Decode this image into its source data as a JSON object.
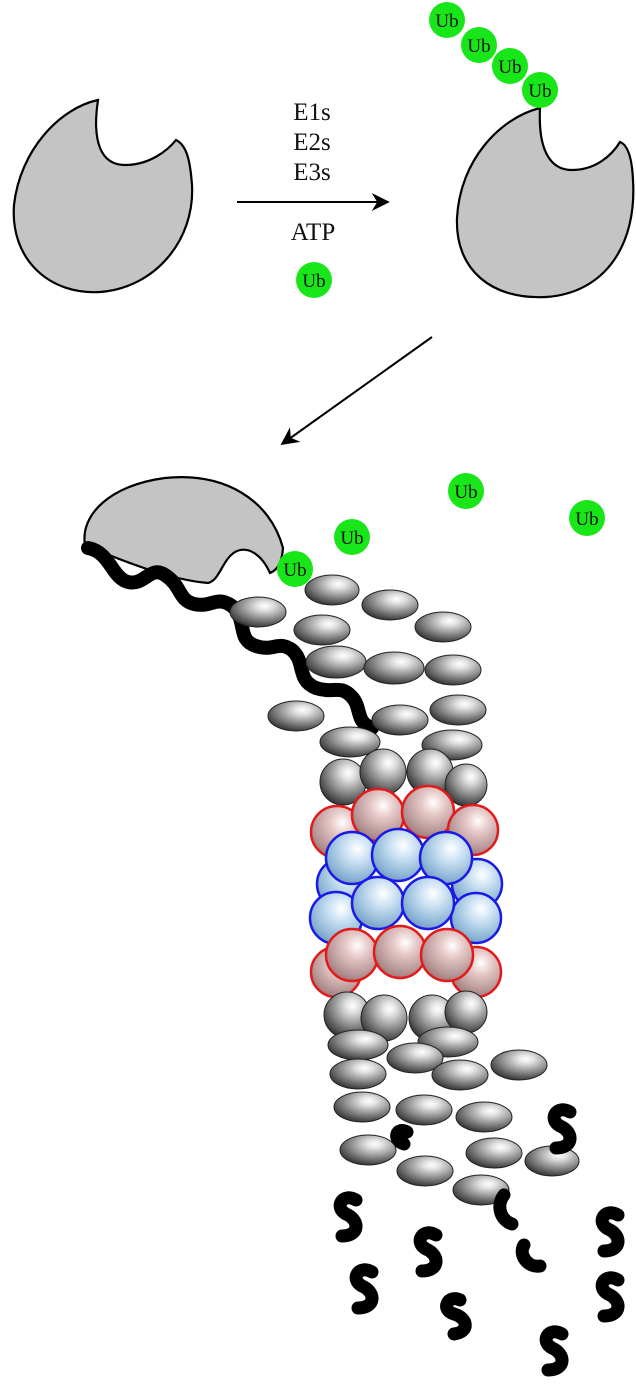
{
  "reaction": {
    "enzymes": [
      "E1s",
      "E2s",
      "E3s"
    ],
    "cofactor": "ATP",
    "ubiquitin_label": "Ub"
  },
  "colors": {
    "substrate_fill": "#c4c4c4",
    "ubiquitin": "#19e619",
    "regulatory_subunit": "#8a8a8a",
    "alpha_ring": "#e31a1a",
    "beta_ring": "#1a1ae6",
    "peptide_fragments": "#000000"
  },
  "icons": [
    "substrate-protein-icon",
    "ubiquitin-icon",
    "proteasome-icon",
    "peptide-fragment-icon"
  ]
}
